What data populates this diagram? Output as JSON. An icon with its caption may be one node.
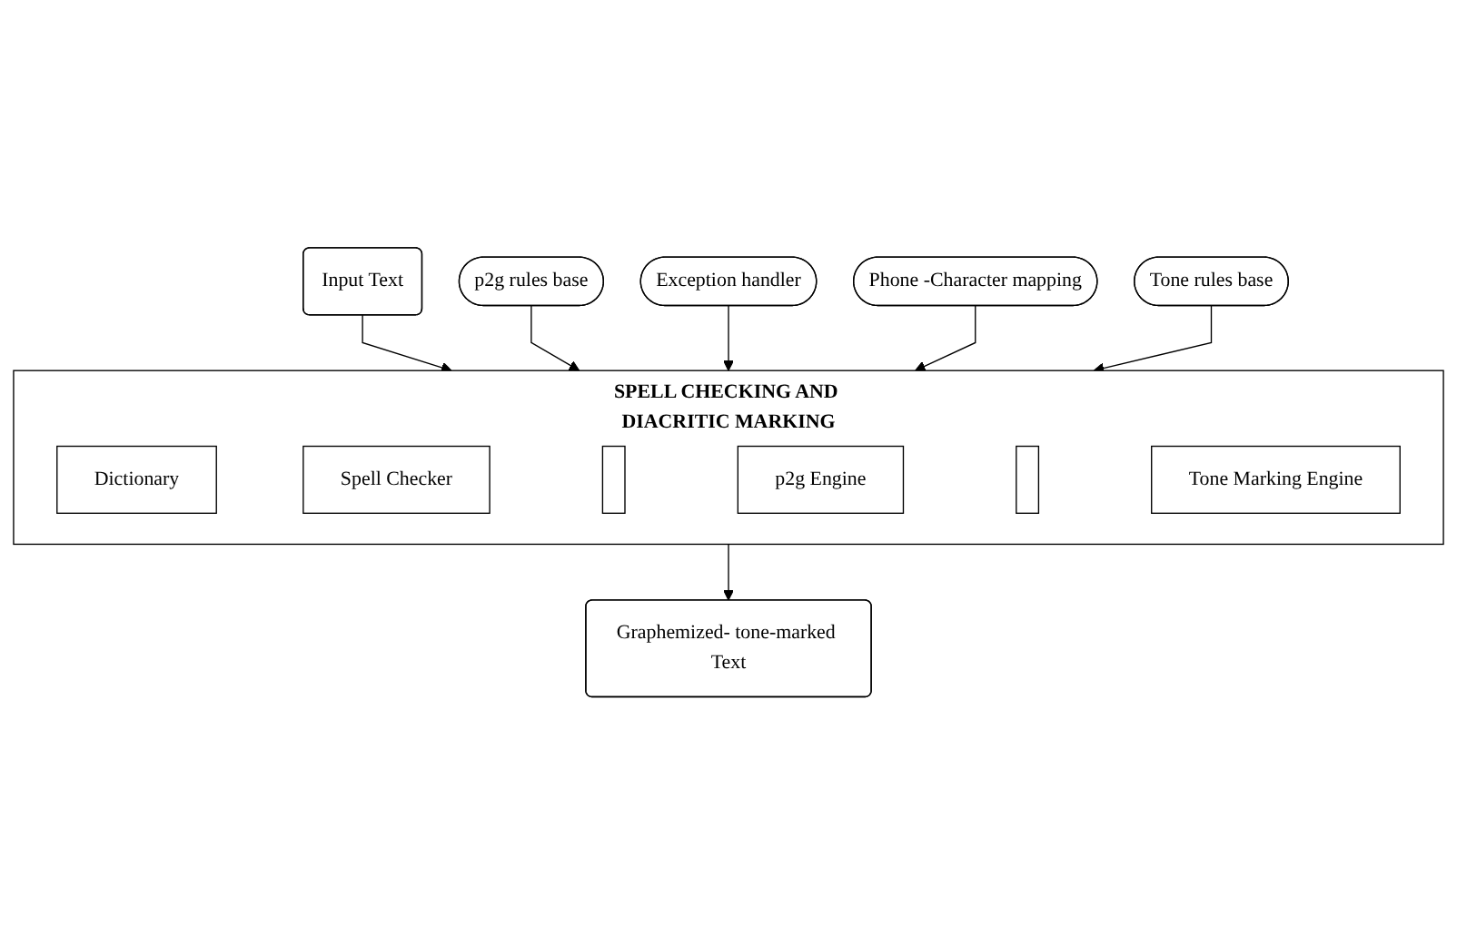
{
  "diagram": {
    "nodes": [
      {
        "text": [
          "Input Text"
        ]
      },
      {
        "text": [
          "p2g rules base"
        ]
      },
      {
        "text": [
          "Exception handler"
        ]
      },
      {
        "text": [
          "SPELL CHECKING AND DIACRITIC MARKING"
        ]
      },
      {
        "text": [
          "Dictionary"
        ],
        "in": 3
      },
      {
        "text": [
          "Spell Checker"
        ],
        "in": 3
      },
      {
        "text": [],
        "shape": "bar",
        "in": 3
      },
      {
        "text": [
          "p2g Engine"
        ],
        "in": 3
      },
      {
        "text": [],
        "shape": "bar",
        "in": 3
      },
      {
        "text": [
          "Tone Marking Engine"
        ],
        "in": 3
      },
      {
        "text": [
          "Phone -Character mapping"
        ]
      },
      {
        "text": [
          "Tone rules base"
        ]
      },
      {
        "text": [
          "Graphemized- tone-marked Text"
        ]
      }
    ],
    "edges": [
      {
        "from": 0,
        "to": 3,
        "arrow": "to"
      },
      {
        "from": 1,
        "to": 3,
        "arrow": "to"
      },
      {
        "from": 2,
        "to": 3,
        "arrow": "to"
      },
      {
        "from": 10,
        "to": 3,
        "arrow": "to"
      },
      {
        "from": 11,
        "to": 3,
        "arrow": "to"
      },
      {
        "from": 3,
        "to": 12,
        "arrow": "to"
      }
    ]
  }
}
